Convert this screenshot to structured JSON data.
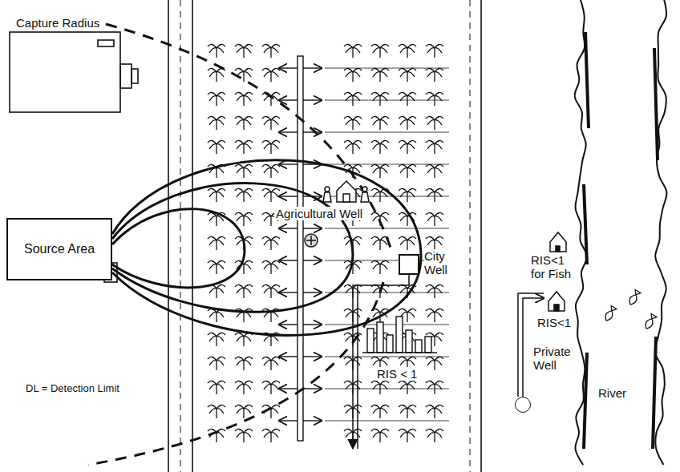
{
  "diagram": {
    "nodes": [
      {
        "text": [
          "Source Area"
        ]
      },
      {
        "text": [
          "City Well"
        ]
      },
      {
        "text": [
          "Private Well"
        ]
      },
      {
        "text": [
          "River"
        ]
      }
    ],
    "labels": [
      "Capture Radius",
      "Agricultural Well",
      "RIS < 1",
      "RIS<1 for Fish",
      "RIS<1",
      "DL = Detection Limit"
    ]
  }
}
